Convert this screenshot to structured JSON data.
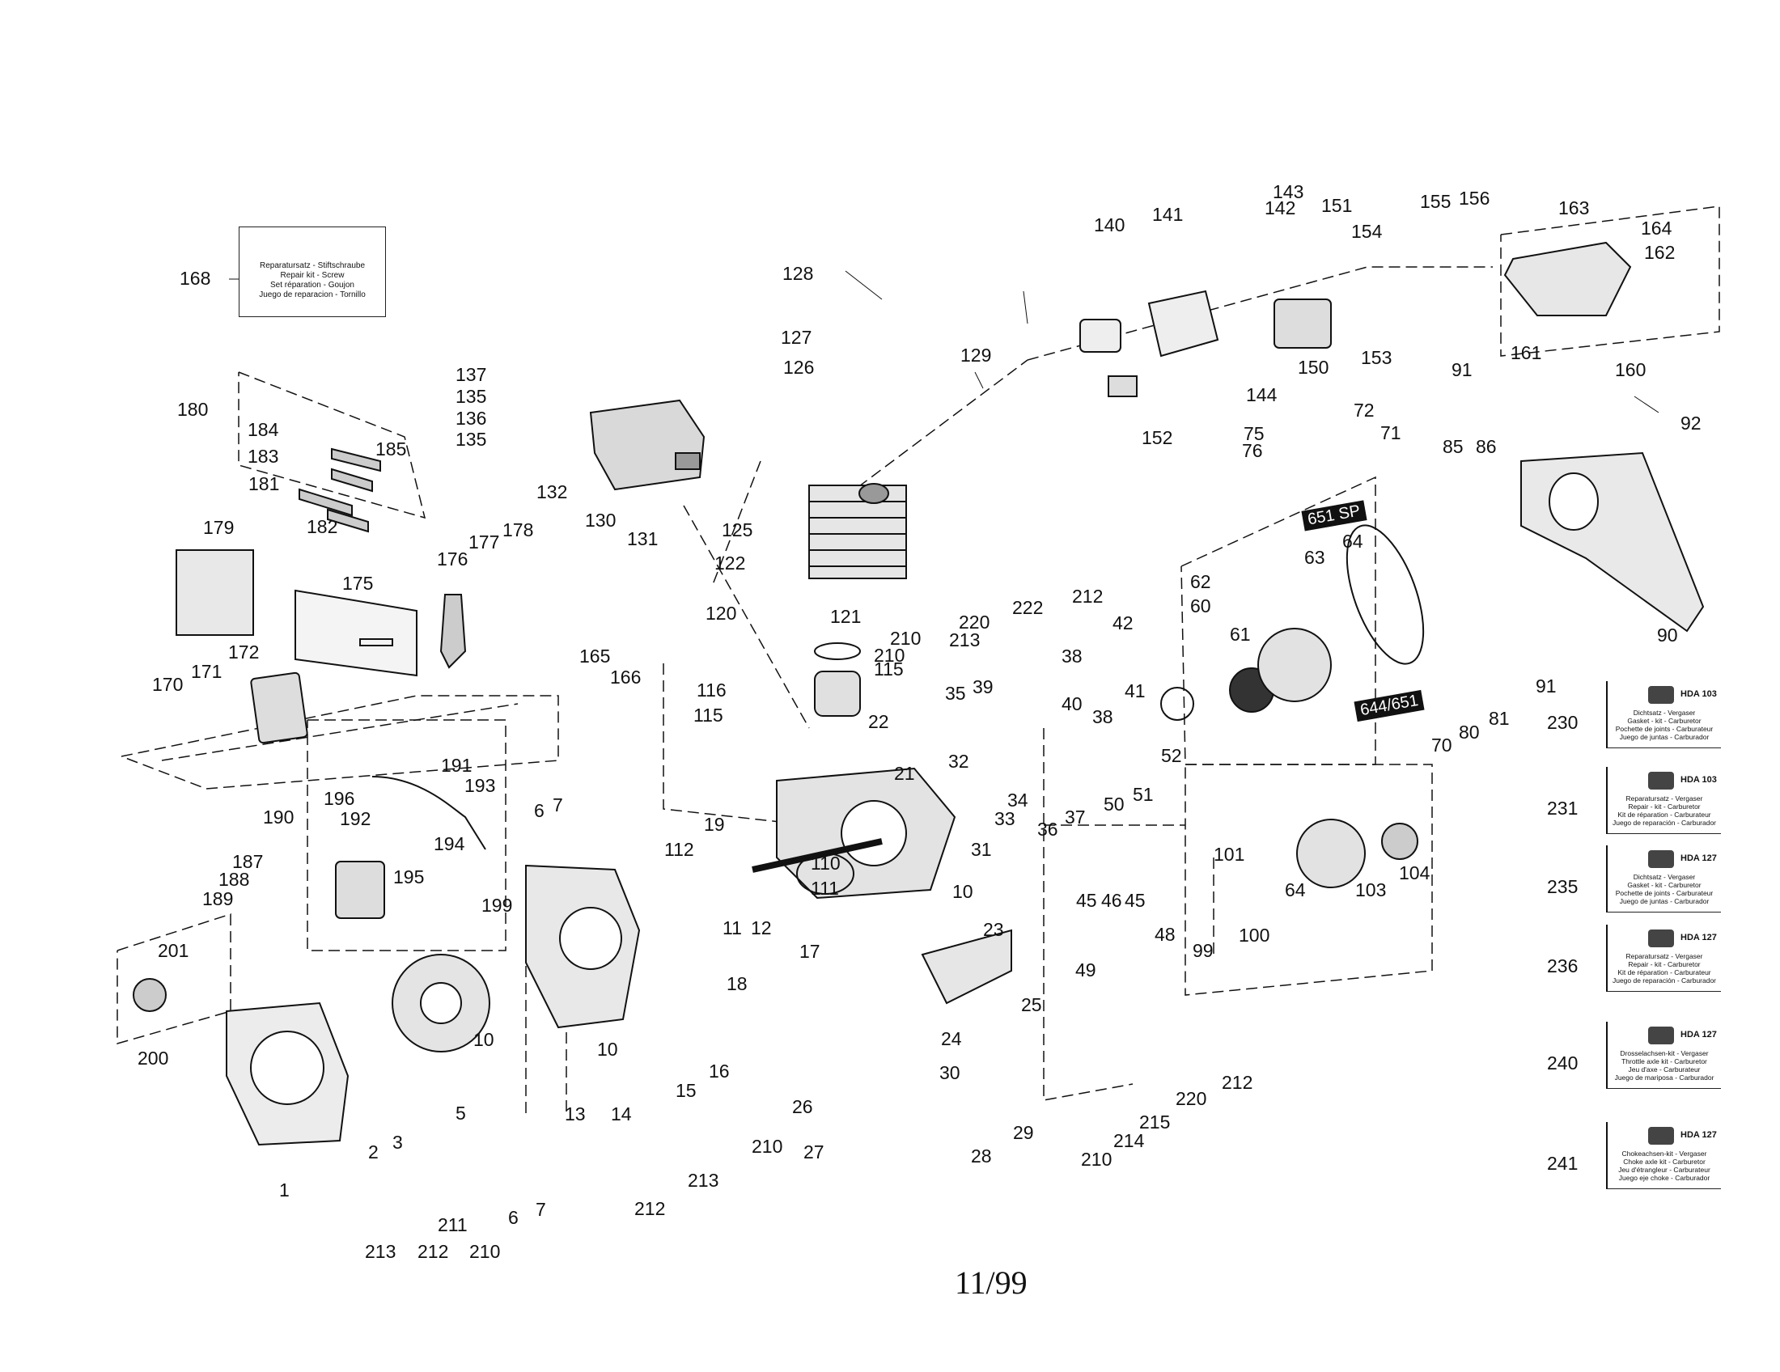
{
  "page_number": "11/99",
  "model_tags": {
    "sp651": "651 SP",
    "sp644_651": "644/651"
  },
  "repair_kit_168": {
    "number": "168",
    "lines": [
      "Reparatursatz - Stiftschraube",
      "Repair kit - Screw",
      "Set réparation - Goujon",
      "Juego de reparacion - Tornillo"
    ]
  },
  "carb_kits": [
    {
      "number": "230",
      "code": "HDA 103",
      "lines": [
        "Dichtsatz - Vergaser",
        "Gasket - kit - Carburetor",
        "Pochette de joints - Carburateur",
        "Juego de juntas - Carburador"
      ]
    },
    {
      "number": "231",
      "code": "HDA 103",
      "lines": [
        "Reparatursatz - Vergaser",
        "Repair - kit - Carburetor",
        "Kit de réparation - Carburateur",
        "Juego de reparación - Carburador"
      ]
    },
    {
      "number": "235",
      "code": "HDA 127",
      "lines": [
        "Dichtsatz - Vergaser",
        "Gasket - kit - Carburetor",
        "Pochette de joints - Carburateur",
        "Juego de juntas - Carburador"
      ]
    },
    {
      "number": "236",
      "code": "HDA 127",
      "lines": [
        "Reparatursatz - Vergaser",
        "Repair - kit - Carburetor",
        "Kit de réparation - Carburateur",
        "Juego de reparación - Carburador"
      ]
    },
    {
      "number": "240",
      "code": "HDA 127",
      "lines": [
        "Drosselachsen-kit - Vergaser",
        "Throttle axle kit - Carburetor",
        "Jeu d'axe - Carburateur",
        "Juego de mariposa - Carburador"
      ]
    },
    {
      "number": "241",
      "code": "HDA 127",
      "lines": [
        "Chokeachsen-kit - Vergaser",
        "Choke axle kit - Carburetor",
        "Jeu d'étrangleur - Carburateur",
        "Juego eje choke - Carburador"
      ]
    }
  ],
  "callouts": [
    "1",
    "2",
    "3",
    "5",
    "6",
    "7",
    "10",
    "11",
    "12",
    "13",
    "14",
    "15",
    "16",
    "17",
    "18",
    "19",
    "21",
    "22",
    "23",
    "24",
    "25",
    "26",
    "27",
    "28",
    "29",
    "30",
    "31",
    "32",
    "33",
    "34",
    "35",
    "36",
    "37",
    "38",
    "39",
    "40",
    "41",
    "42",
    "45",
    "46",
    "48",
    "49",
    "50",
    "51",
    "52",
    "60",
    "61",
    "62",
    "63",
    "64",
    "70",
    "71",
    "72",
    "75",
    "76",
    "80",
    "81",
    "85",
    "86",
    "90",
    "91",
    "92",
    "99",
    "100",
    "101",
    "103",
    "104",
    "110",
    "111",
    "112",
    "115",
    "116",
    "120",
    "121",
    "122",
    "125",
    "126",
    "127",
    "128",
    "129",
    "130",
    "131",
    "132",
    "135",
    "136",
    "137",
    "140",
    "141",
    "142",
    "143",
    "144",
    "150",
    "151",
    "152",
    "153",
    "154",
    "155",
    "156",
    "160",
    "161",
    "162",
    "163",
    "164",
    "165",
    "166",
    "170",
    "171",
    "172",
    "175",
    "176",
    "177",
    "178",
    "179",
    "180",
    "181",
    "182",
    "183",
    "184",
    "185",
    "187",
    "188",
    "189",
    "190",
    "191",
    "192",
    "193",
    "194",
    "195",
    "196",
    "199",
    "200",
    "201",
    "210",
    "211",
    "212",
    "213",
    "214",
    "215",
    "220",
    "222"
  ]
}
